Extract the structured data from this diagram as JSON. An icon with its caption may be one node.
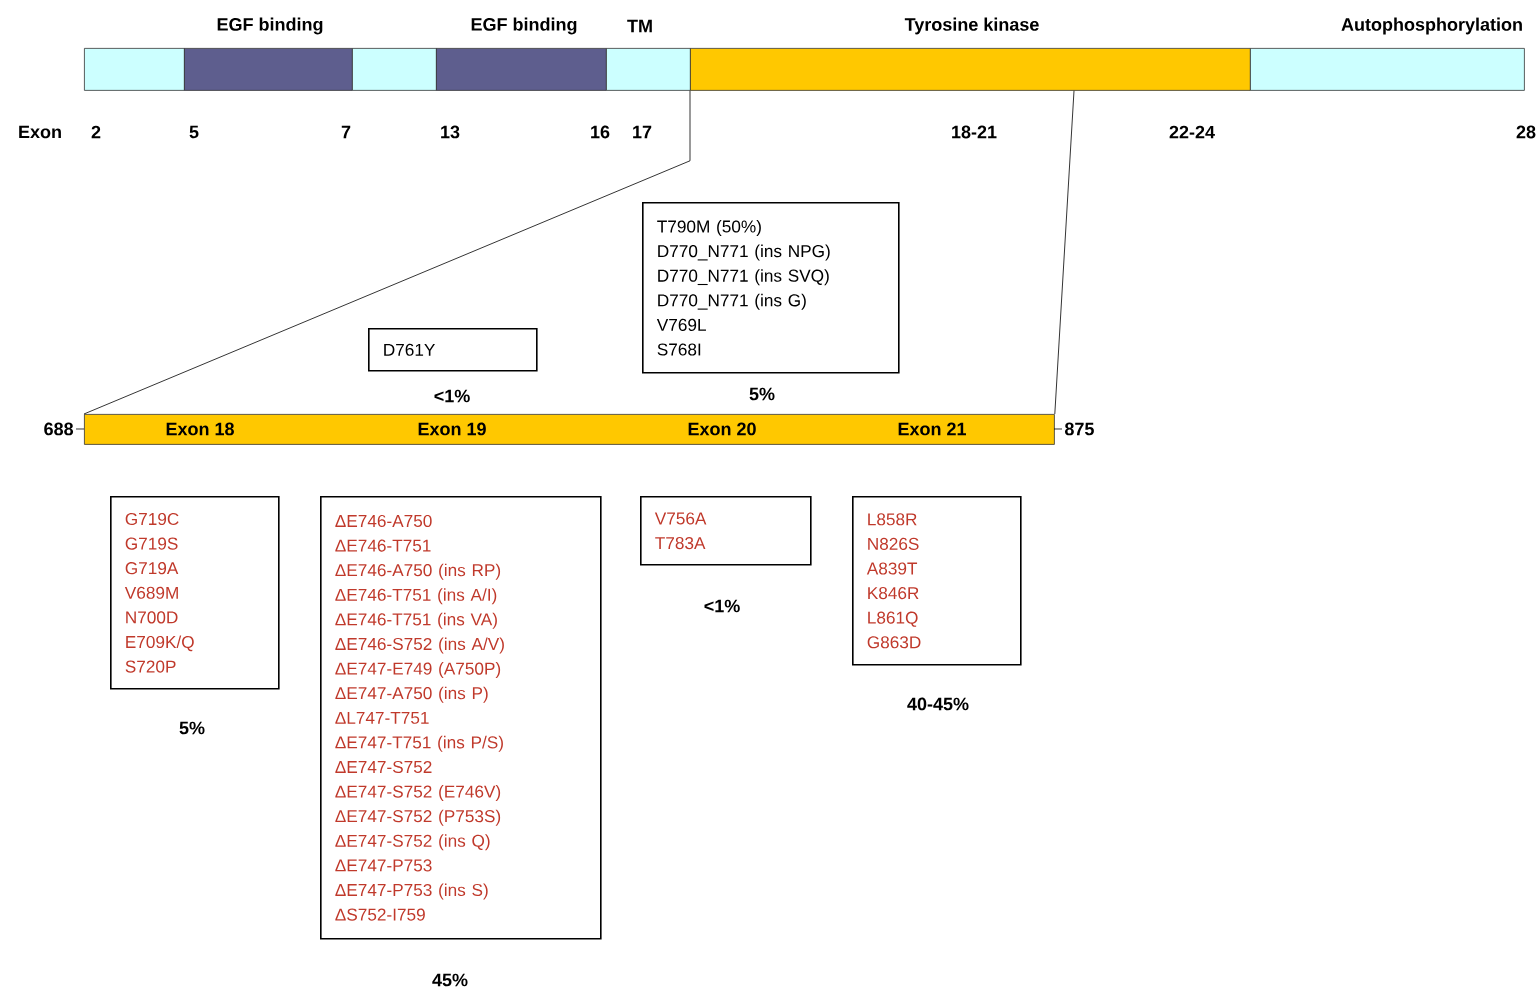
{
  "diagram": {
    "nodes": [
      {
        "text": [],
        "shape": "bar"
      },
      {
        "text": [
          "EGF binding"
        ]
      },
      {
        "text": [],
        "shape": "bar"
      },
      {
        "text": [
          "EGF binding"
        ]
      },
      {
        "text": [
          "TM"
        ]
      },
      {
        "text": [
          "Tyrosine kinase"
        ]
      },
      {
        "text": [
          "Autophosphorylation"
        ]
      },
      {
        "text": [
          "Exon 18",
          "Exon 19",
          "Exon 20",
          "Exon 21"
        ],
        "beside": [
          "688",
          "875"
        ]
      },
      {
        "text": [
          "D761Y"
        ],
        "beside": [
          "<1%"
        ]
      },
      {
        "text": [
          "T790M (50%)",
          "D770_N771 (ins NPG)",
          "D770_N771 (ins SVQ)",
          "D770_N771 (ins G)",
          "V769L",
          "S768I"
        ],
        "beside": [
          "5%"
        ]
      },
      {
        "text": [
          "G719C",
          "G719S",
          "G719A",
          "V689M",
          "N700D",
          "E709K/Q",
          "S720P"
        ],
        "beside": [
          "5%"
        ]
      },
      {
        "text": [
          "ΔE746-A750",
          "ΔE746-T751",
          "ΔE746-A750 (ins RP)",
          "ΔE746-T751 (ins A/I)",
          "ΔE746-T751 (ins VA)",
          "ΔE746-S752 (ins A/V)",
          "ΔE747-E749 (A750P)",
          "ΔE747-A750 (ins P)",
          "ΔL747-T751",
          "ΔE747-T751 (ins P/S)",
          "ΔE747-S752",
          "ΔE747-S752 (E746V)",
          "ΔE747-S752 (P753S)",
          "ΔE747-S752 (ins Q)",
          "ΔE747-P753",
          "ΔE747-P753 (ins S)",
          "ΔS752-I759"
        ],
        "beside": [
          "45%"
        ]
      },
      {
        "text": [
          "V756A",
          "T783A"
        ],
        "beside": [
          "<1%"
        ]
      },
      {
        "text": [
          "L858R",
          "N826S",
          "A839T",
          "K846R",
          "L861Q",
          "G863D"
        ],
        "beside": [
          "40-45%"
        ]
      }
    ],
    "edges": [
      {
        "from": 5,
        "to": 7,
        "arrow": "none"
      },
      {
        "from": 5,
        "to": 7,
        "arrow": "none"
      }
    ],
    "labels": [
      "Exon",
      "2",
      "5",
      "7",
      "13",
      "16",
      "17",
      "18-21",
      "22-24",
      "28"
    ]
  }
}
